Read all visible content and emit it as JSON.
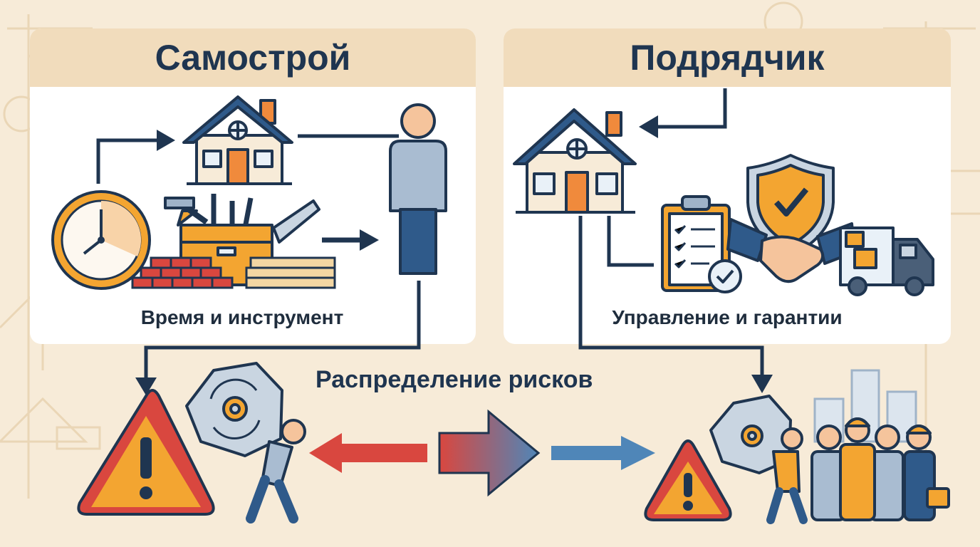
{
  "left_panel": {
    "title": "Самострой",
    "caption": "Время и инструмент"
  },
  "right_panel": {
    "title": "Подрядчик",
    "caption": "Управление и гарантии"
  },
  "center_label": "Распределение рисков",
  "colors": {
    "background": "#f7ebd8",
    "header": "#f1dcbc",
    "navy": "#1f3550",
    "warning_orange": "#f3a531",
    "alert_red": "#d9473f",
    "steel_blue": "#4f86b8"
  },
  "icons": [
    "house-icon",
    "person-icon",
    "clock-icon",
    "toolbox-icon",
    "bricks-icon",
    "lumber-icon",
    "clipboard-icon",
    "shield-check-icon",
    "handshake-icon",
    "truck-icon",
    "warning-icon",
    "gear-boulder-icon",
    "worker-team-icon",
    "buildings-icon"
  ]
}
